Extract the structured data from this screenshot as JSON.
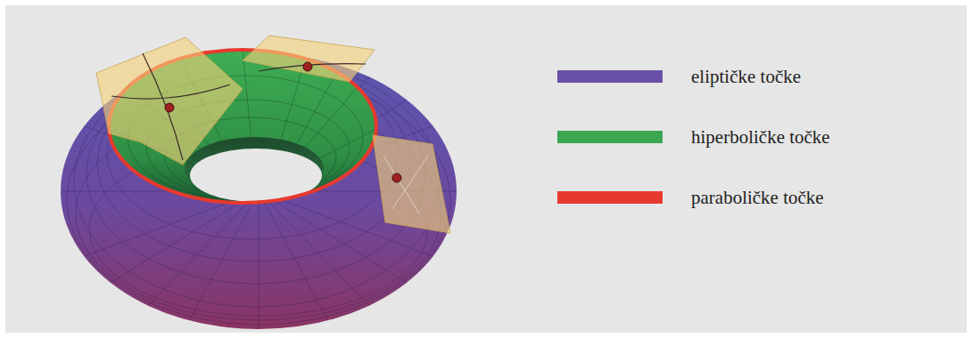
{
  "diagram": {
    "legend": [
      {
        "text": "eliptičke točke",
        "color": "#6a50a8"
      },
      {
        "text": "hiperboličke točke",
        "color": "#3aa650"
      },
      {
        "text": "paraboličke točke",
        "color": "#e8392e"
      }
    ]
  }
}
